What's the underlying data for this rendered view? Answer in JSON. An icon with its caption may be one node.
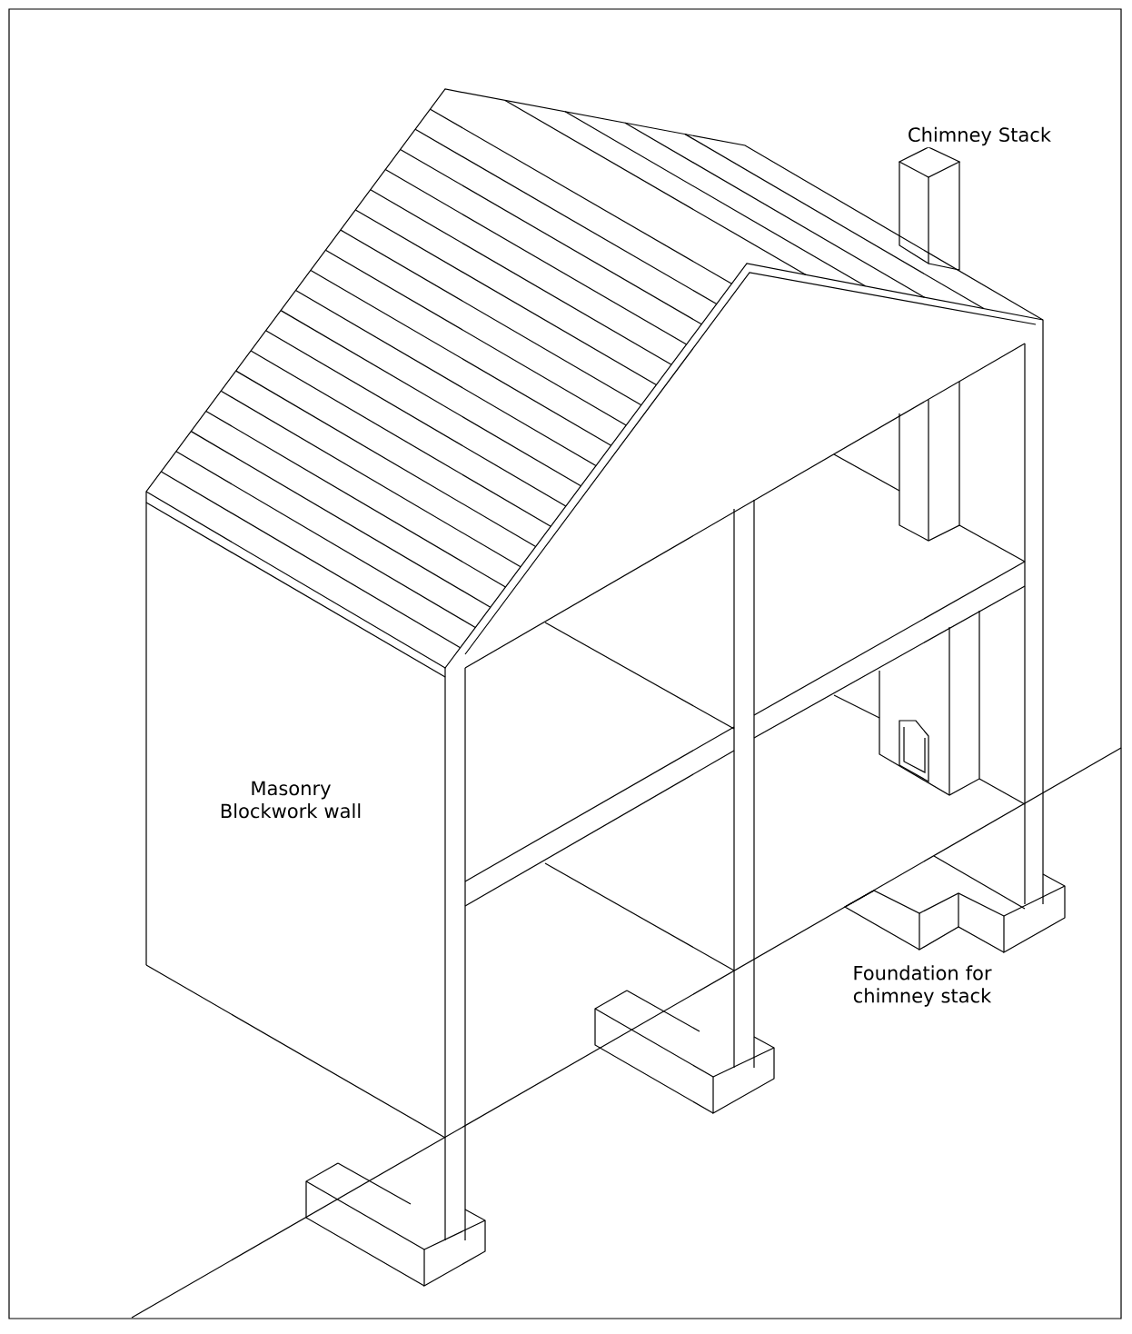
{
  "diagram": {
    "labels": [
      "Chimney Stack",
      "Masonry Blockwork wall",
      "Foundation for chimney stack"
    ]
  }
}
